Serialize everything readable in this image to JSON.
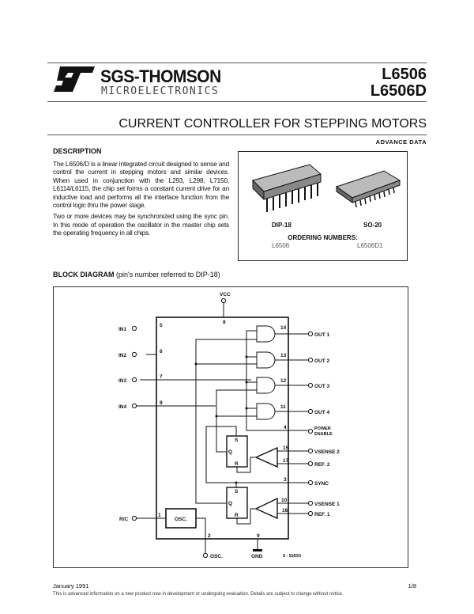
{
  "header": {
    "brand": "SGS-THOMSON",
    "brand_sub": "MICROELECTRONICS",
    "logo_text": "ST",
    "part_numbers": [
      "L6506",
      "L6506D"
    ],
    "title": "CURRENT CONTROLLER FOR STEPPING MOTORS",
    "status": "ADVANCE DATA"
  },
  "description": {
    "heading": "DESCRIPTION",
    "paragraphs": [
      "The L6506/D is a linear integrated circuit designed to sense and control the current in stepping motors and similar devices. When used in conjunction with the L293, L298, L7150, L6114/L6115, the chip set forms a constant current drive for an inductive load and performs all the interface function from the control logic thru the power stage.",
      "Two or more devices may be synchronized using the sync pin. In this mode of operation the oscillator in the master chip sets the operating frequency in all chips."
    ]
  },
  "packages": {
    "items": [
      {
        "name": "DIP-18",
        "order": "L6506"
      },
      {
        "name": "SO-20",
        "order": "L6506D1"
      }
    ],
    "ordering_heading": "ORDERING NUMBERS:"
  },
  "block_diagram": {
    "heading": "BLOCK DIAGRAM",
    "heading_note": "(pin's number referred to DIP-18)",
    "vcc": "VCC",
    "inputs": [
      {
        "label": "IN1",
        "pin": "5"
      },
      {
        "label": "IN2",
        "pin": "6"
      },
      {
        "label": "IN3",
        "pin": "7"
      },
      {
        "label": "IN4",
        "pin": "8"
      }
    ],
    "outputs": [
      {
        "label": "OUT 1",
        "pin": "14"
      },
      {
        "label": "OUT 2",
        "pin": "13"
      },
      {
        "label": "OUT 3",
        "pin": "12"
      },
      {
        "label": "OUT 4",
        "pin": "11"
      }
    ],
    "power_enable": [
      "POWER",
      "ENABLE"
    ],
    "power_enable_pin": "4",
    "vsense2": "VSENSE 2",
    "vsense2_pin": "15",
    "ref2": "REF. 2",
    "ref2_pin": "17",
    "sync": "SYNC",
    "sync_pin": "3",
    "vsense1": "VSENSE 1",
    "vsense1_pin": "10",
    "ref1": "REF. 1",
    "ref1_pin": "16",
    "rc": "R/C",
    "rc_pin": "1",
    "osc_block": "OSC.",
    "osc_out": "OSC.",
    "osc_pin": "2",
    "gnd": "GND",
    "gnd_pin": "9",
    "vcc_pin": "8",
    "ff_s": "S",
    "ff_q": "Q",
    "ff_r": "R",
    "drawing_code": "S - 5283/3"
  },
  "footer": {
    "date": "January 1991",
    "page": "1/8",
    "notice": "This is advanced information on a new product now in development or undergoing evaluation. Details are subject to change without notice."
  }
}
